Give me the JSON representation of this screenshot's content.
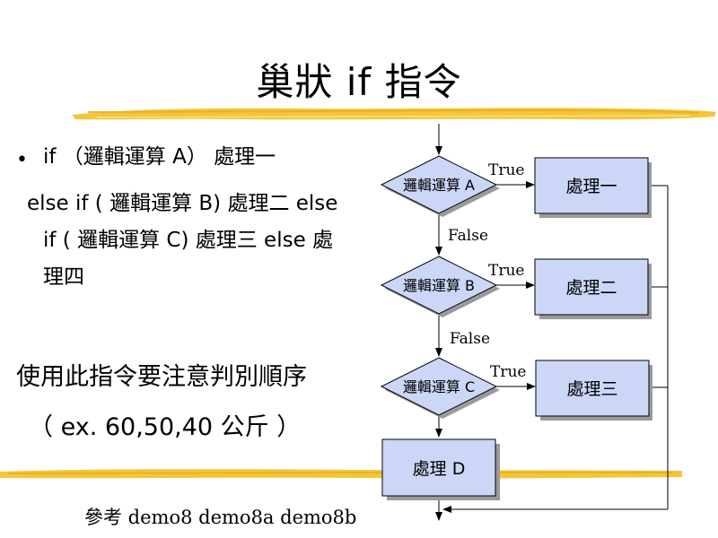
{
  "title": "巢狀 if 指令",
  "bullet": {
    "line1": "if （邏輯運算 A） 處理一",
    "line2": "else if ( 邏輯運算 B) 處理二 else",
    "line3": "if ( 邏輯運算 C) 處理三 else 處",
    "line4": "理四"
  },
  "note": {
    "line1": "使用此指令要注意判別順序",
    "line2": "（ ex. 60,50,40 公斤 ）"
  },
  "refs": "參考 demo8  demo8a demo8b",
  "flowchart": {
    "decisions": [
      "邏輯運算 A",
      "邏輯運算 B",
      "邏輯運算 C"
    ],
    "processes": [
      "處理一",
      "處理二",
      "處理三",
      "處理 D"
    ],
    "true_label": "True",
    "false_label": "False"
  },
  "colors": {
    "shape_fill": "#ccd6f7",
    "shape_stroke": "#000000",
    "shadow": "#9a9a9a",
    "brush": "#f3c63a",
    "background": "#ffffff"
  }
}
